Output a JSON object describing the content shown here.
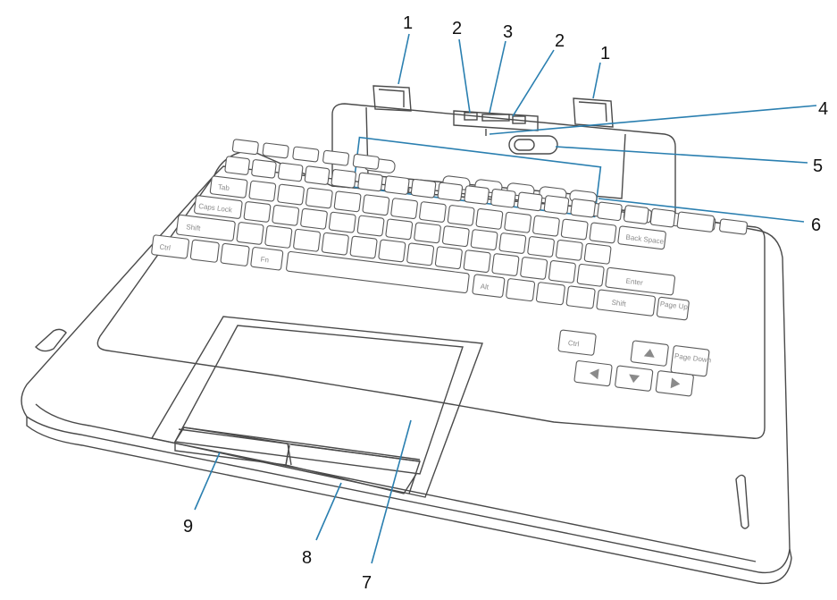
{
  "diagram": {
    "callouts": [
      {
        "id": "c1a",
        "label": "1"
      },
      {
        "id": "c2a",
        "label": "2"
      },
      {
        "id": "c3",
        "label": "3"
      },
      {
        "id": "c2b",
        "label": "2"
      },
      {
        "id": "c1b",
        "label": "1"
      },
      {
        "id": "c4",
        "label": "4"
      },
      {
        "id": "c5",
        "label": "5"
      },
      {
        "id": "c6",
        "label": "6"
      },
      {
        "id": "c7",
        "label": "7"
      },
      {
        "id": "c8",
        "label": "8"
      },
      {
        "id": "c9",
        "label": "9"
      }
    ],
    "key_labels": {
      "tab": "Tab",
      "caps": "Caps Lock",
      "shift_left": "Shift",
      "ctrl_left": "Ctrl",
      "fn": "Fn",
      "alt_right": "Alt",
      "enter": "Enter",
      "shift_right": "Shift",
      "ctrl_right": "Ctrl",
      "page_up": "Page Up",
      "page_down": "Page Down",
      "backspace": "Back Space"
    }
  }
}
